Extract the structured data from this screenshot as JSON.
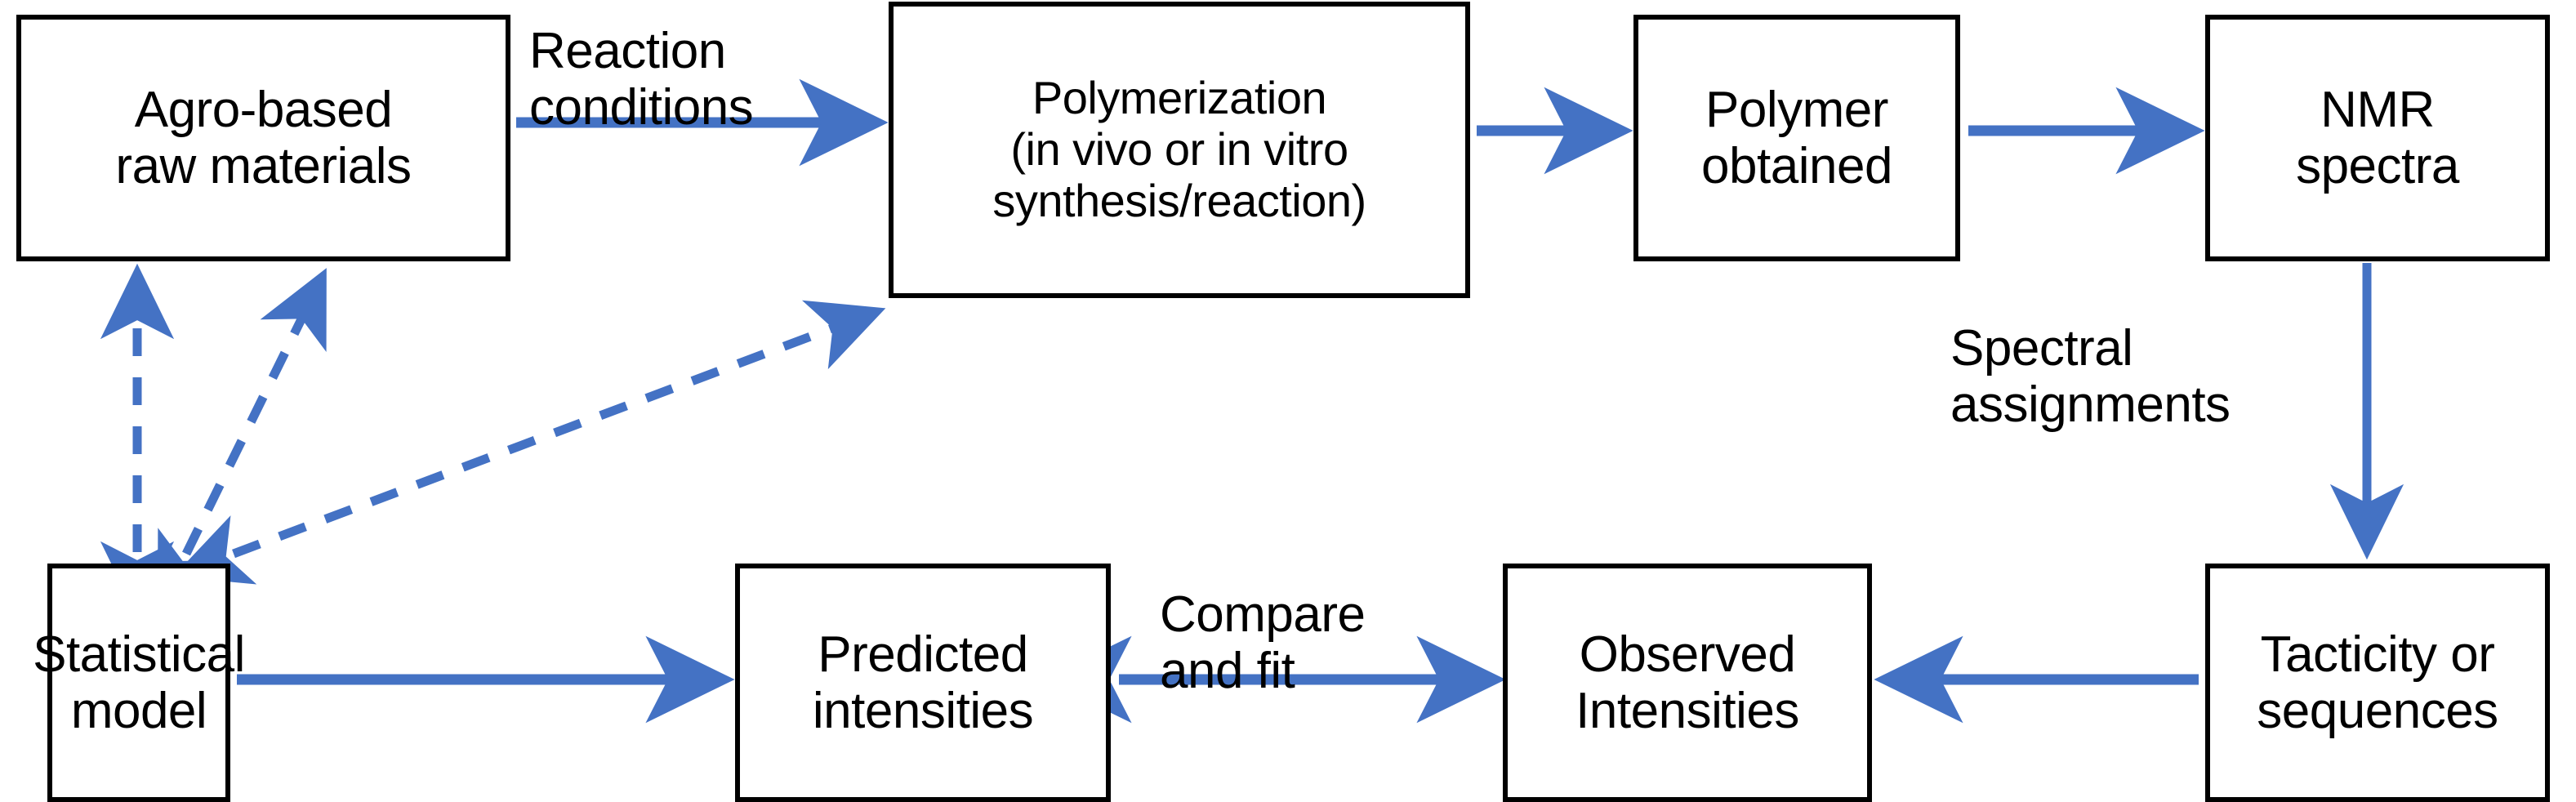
{
  "diagram": {
    "title": "Agro-based polymer NMR statistical modelling workflow",
    "accent_color": "#4472C4",
    "box_border_color": "#000000",
    "background_color": "#FFFFFF",
    "nodes": [
      {
        "id": "agro",
        "name": "agro-based-raw-materials",
        "lines": [
          "Agro-based",
          "raw materials"
        ]
      },
      {
        "id": "polymerization",
        "name": "polymerization",
        "lines": [
          "Polymerization",
          "(in vivo or in vitro",
          "synthesis/reaction)"
        ]
      },
      {
        "id": "polymer_obtained",
        "name": "polymer-obtained",
        "lines": [
          "Polymer",
          "obtained"
        ]
      },
      {
        "id": "nmr_spectra",
        "name": "nmr-spectra",
        "lines": [
          "NMR",
          "spectra"
        ]
      },
      {
        "id": "statistical_model",
        "name": "statistical-model",
        "lines": [
          "Statistical",
          "model"
        ]
      },
      {
        "id": "predicted_intensities",
        "name": "predicted-intensities",
        "lines": [
          "Predicted",
          "intensities"
        ]
      },
      {
        "id": "observed_intensities",
        "name": "observed-intensities",
        "lines": [
          "Observed",
          "Intensities"
        ]
      },
      {
        "id": "tacticity_or_sequences",
        "name": "tacticity-or-sequences",
        "lines": [
          "Tacticity or",
          "sequences"
        ]
      }
    ],
    "edge_labels": [
      {
        "id": "reaction_conditions",
        "name": "reaction-conditions-label",
        "lines": [
          "Reaction",
          "conditions"
        ]
      },
      {
        "id": "spectral_assignments",
        "name": "spectral-assignments-label",
        "lines": [
          "Spectral",
          "assignments"
        ]
      },
      {
        "id": "compare_and_fit",
        "name": "compare-and-fit-label",
        "lines": [
          "Compare",
          "and fit"
        ]
      }
    ],
    "edges": [
      {
        "id": "e1",
        "from": "agro",
        "to": "polymerization",
        "style": "solid",
        "direction": "forward",
        "label": "reaction_conditions"
      },
      {
        "id": "e2",
        "from": "polymerization",
        "to": "polymer_obtained",
        "style": "solid",
        "direction": "forward",
        "label": ""
      },
      {
        "id": "e3",
        "from": "polymer_obtained",
        "to": "nmr_spectra",
        "style": "solid",
        "direction": "forward",
        "label": ""
      },
      {
        "id": "e4",
        "from": "nmr_spectra",
        "to": "tacticity_or_sequences",
        "style": "solid",
        "direction": "forward",
        "label": "spectral_assignments"
      },
      {
        "id": "e5",
        "from": "tacticity_or_sequences",
        "to": "observed_intensities",
        "style": "solid",
        "direction": "forward",
        "label": ""
      },
      {
        "id": "e6",
        "from": "observed_intensities",
        "to": "predicted_intensities",
        "style": "solid",
        "direction": "both",
        "label": "compare_and_fit"
      },
      {
        "id": "e7",
        "from": "statistical_model",
        "to": "predicted_intensities",
        "style": "solid",
        "direction": "forward",
        "label": ""
      },
      {
        "id": "e8",
        "from": "statistical_model",
        "to": "agro",
        "style": "dashed",
        "direction": "both",
        "label": ""
      },
      {
        "id": "e9",
        "from": "statistical_model",
        "to": "reaction_conditions",
        "style": "dashed",
        "direction": "both",
        "label": ""
      },
      {
        "id": "e10",
        "from": "statistical_model",
        "to": "polymerization",
        "style": "dashed",
        "direction": "both",
        "label": ""
      }
    ]
  }
}
